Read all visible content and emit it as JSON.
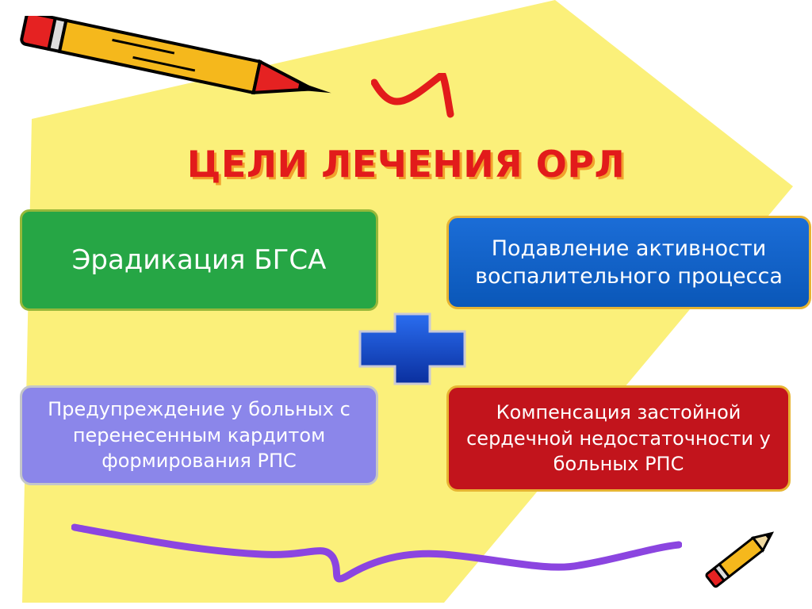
{
  "slide": {
    "title": "ЦЕЛИ ЛЕЧЕНИЯ ОРЛ"
  },
  "goals": [
    {
      "text": "Эрадикация БГСА",
      "color": "#26a645"
    },
    {
      "text": "Подавление активности воспалительного процесса",
      "color": "#1b6dd7"
    },
    {
      "text": "Предупреждение у больных с перенесенным кардитом формирования РПС",
      "color": "#8b86ea"
    },
    {
      "text": "Компенсация застойной сердечной недостаточности у больных РПС",
      "color": "#c2141c"
    }
  ],
  "colors": {
    "background_shape": "#fbf07a",
    "title": "#e21b1b",
    "title_shadow": "#f2a12c",
    "cross": "#0a3fc2",
    "squiggle": "#8b45e0"
  },
  "icons": [
    "pencil-icon",
    "plus-icon",
    "checkmark-icon",
    "pencil-icon"
  ]
}
